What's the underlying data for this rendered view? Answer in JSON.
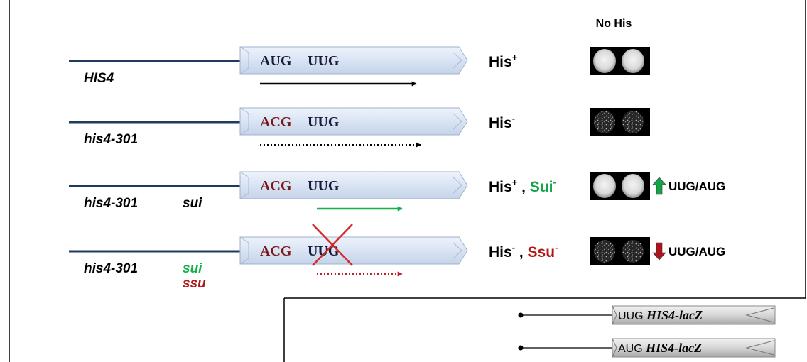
{
  "header": {
    "condition": "No His"
  },
  "codon_colors": {
    "aug": "#1a1a3a",
    "acg": "#7a1818",
    "uug": "#1a1a3a"
  },
  "status_colors": {
    "sui": "#16a34a",
    "ssu": "#b01818",
    "up_arrow": "#15a34a",
    "down_arrow": "#b0121b"
  },
  "rows": [
    {
      "strain": "HIS4",
      "alleles": [],
      "codons": [
        "AUG",
        "UUG"
      ],
      "uug_crossed": false,
      "arrow": {
        "style": "solid",
        "color": "#000000"
      },
      "phenotype": {
        "his": "His",
        "his_sup": "+",
        "extra": "",
        "extra_sup": ""
      },
      "growth_level": 1.0,
      "ratio": null
    },
    {
      "strain": "his4-301",
      "alleles": [],
      "codons": [
        "ACG",
        "UUG"
      ],
      "uug_crossed": false,
      "arrow": {
        "style": "dotted",
        "color": "#000000"
      },
      "phenotype": {
        "his": "His",
        "his_sup": "-",
        "extra": "",
        "extra_sup": ""
      },
      "growth_level": 0.25,
      "ratio": null
    },
    {
      "strain": "his4-301",
      "alleles": [
        {
          "name": "sui",
          "color": "#000000"
        }
      ],
      "codons": [
        "ACG",
        "UUG"
      ],
      "uug_crossed": false,
      "arrow": {
        "style": "solid",
        "color": "#16b04a"
      },
      "phenotype": {
        "his": "His",
        "his_sup": "+",
        "extra": "Sui",
        "extra_sup": "-"
      },
      "growth_level": 1.0,
      "ratio": {
        "direction": "up",
        "label": "UUG/AUG"
      }
    },
    {
      "strain": "his4-301",
      "alleles": [
        {
          "name": "sui",
          "color": "#16b04a"
        },
        {
          "name": "ssu",
          "color": "#b01818"
        }
      ],
      "codons": [
        "ACG",
        "UUG"
      ],
      "uug_crossed": true,
      "arrow": {
        "style": "dotted",
        "color": "#c0202a"
      },
      "phenotype": {
        "his": "His",
        "his_sup": "-",
        "extra": "Ssu",
        "extra_sup": "-"
      },
      "growth_level": 0.3,
      "ratio": {
        "direction": "down",
        "label": "UUG/AUG"
      }
    }
  ],
  "reporters": [
    {
      "codon": "UUG",
      "gene": "HIS4-lacZ"
    },
    {
      "codon": "AUG",
      "gene": "HIS4-lacZ"
    }
  ]
}
